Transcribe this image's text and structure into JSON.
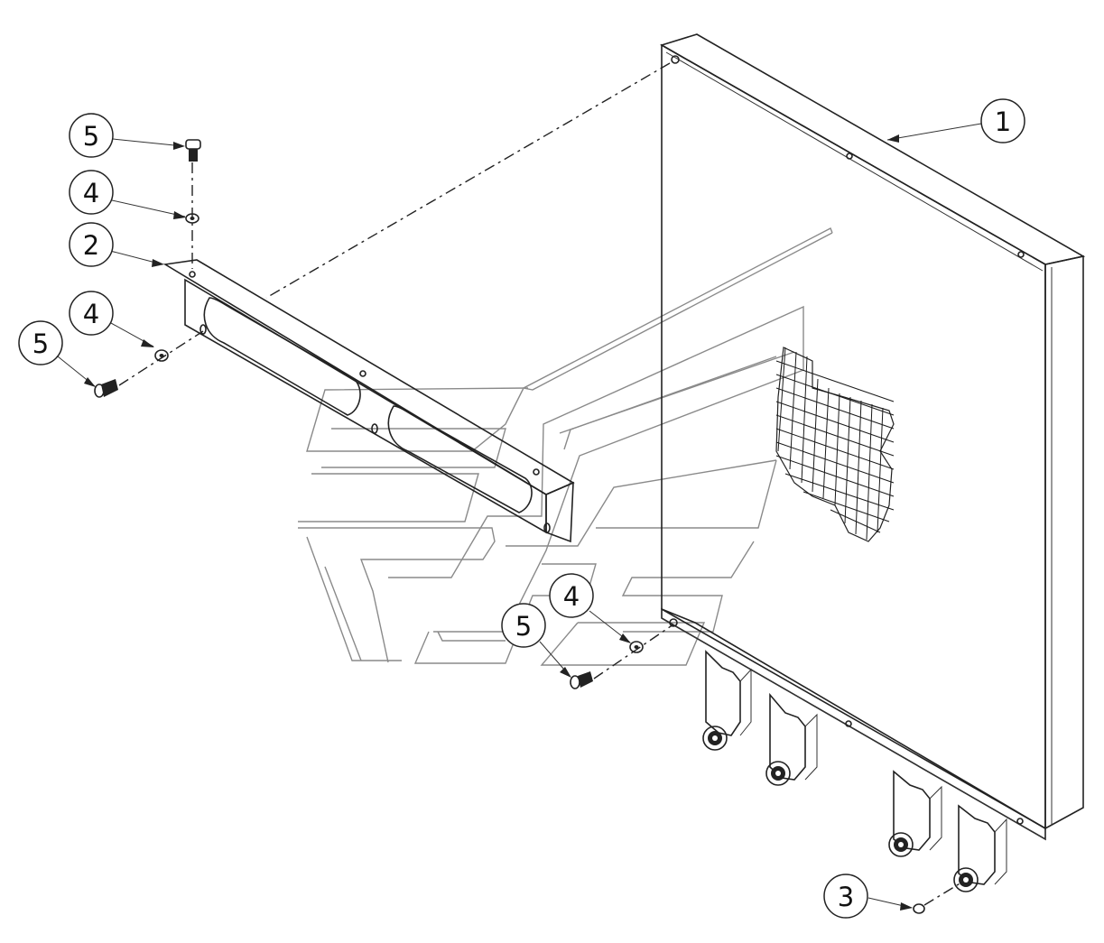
{
  "diagram": {
    "callouts": [
      {
        "id": "c1",
        "label": "1",
        "part": "panel"
      },
      {
        "id": "c2",
        "label": "2",
        "part": "bracket"
      },
      {
        "id": "c3",
        "label": "3",
        "part": "ring"
      },
      {
        "id": "c4a",
        "label": "4",
        "part": "washer-top"
      },
      {
        "id": "c4b",
        "label": "4",
        "part": "washer-left"
      },
      {
        "id": "c4c",
        "label": "4",
        "part": "washer-bottom"
      },
      {
        "id": "c5a",
        "label": "5",
        "part": "screw-top"
      },
      {
        "id": "c5b",
        "label": "5",
        "part": "screw-left"
      },
      {
        "id": "c5c",
        "label": "5",
        "part": "screw-bottom"
      }
    ],
    "colors": {
      "line": "#222222",
      "watermark": "#8a8a8a",
      "background": "#ffffff"
    },
    "icons": [
      "watermark-logo"
    ]
  }
}
